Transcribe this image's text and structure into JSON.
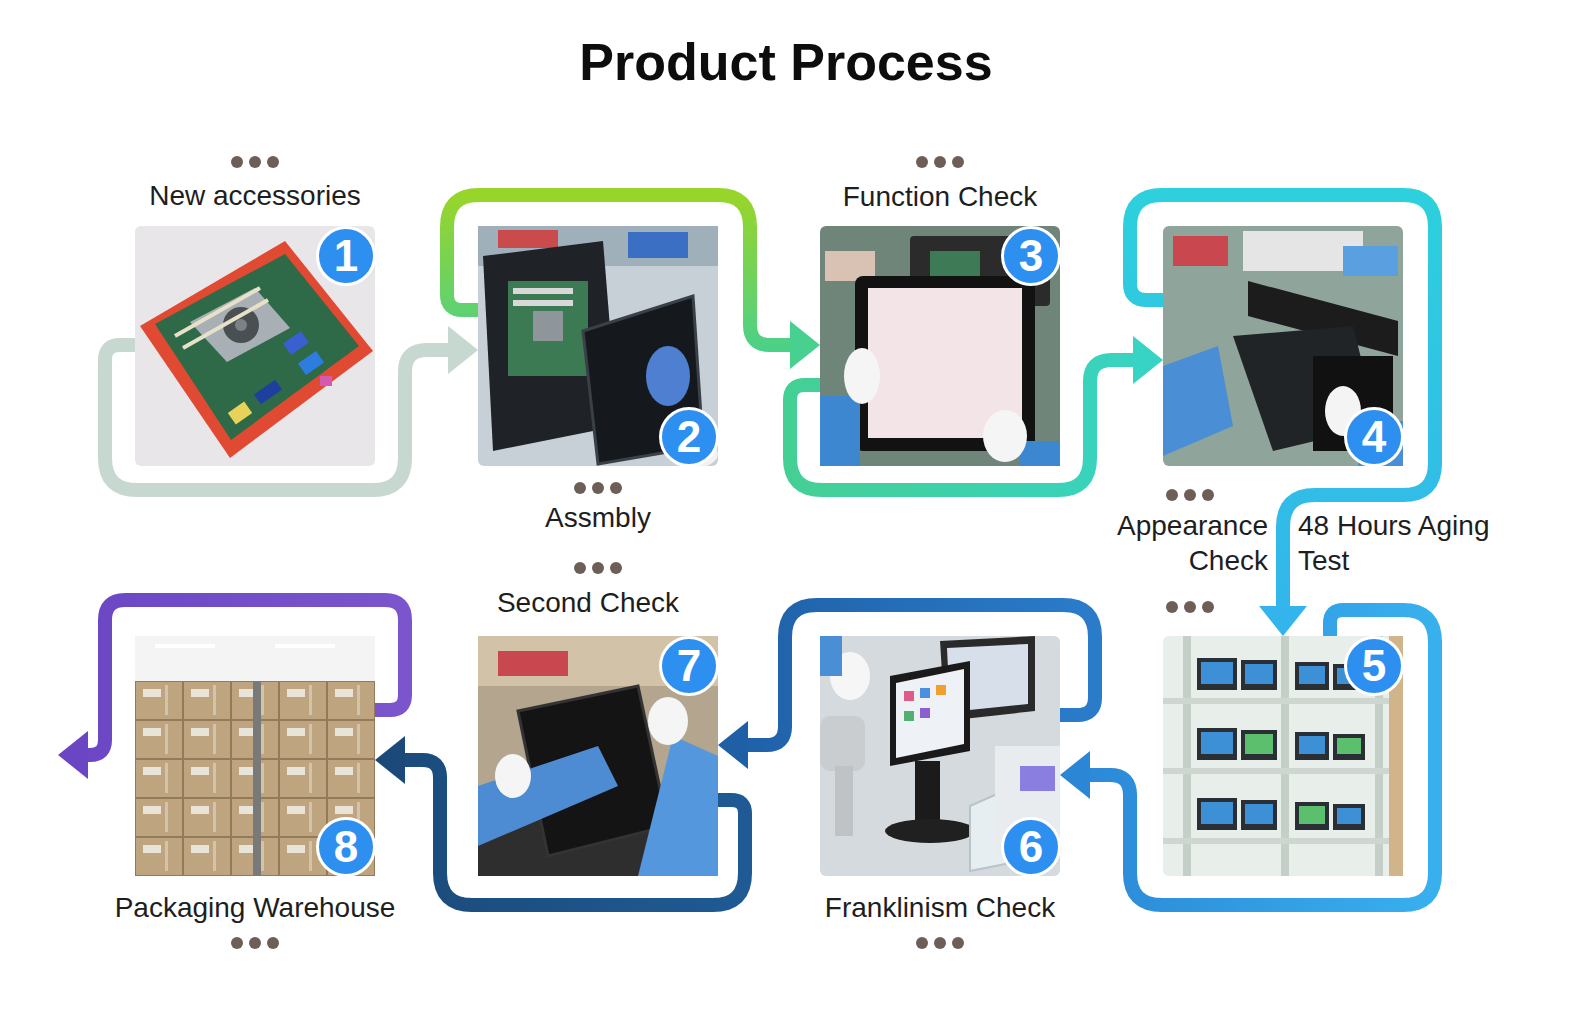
{
  "diagram": {
    "title": "Product Process",
    "nodes": [
      {
        "text": [
          "New accessories",
          "1"
        ]
      },
      {
        "text": [
          "Assmbly",
          "2"
        ]
      },
      {
        "text": [
          "Function Check",
          "3"
        ]
      },
      {
        "text": [
          "Appearance Check",
          "4"
        ]
      },
      {
        "text": [
          "48 Hours Aging Test",
          "5"
        ]
      },
      {
        "text": [
          "Franklinism Check",
          "6"
        ]
      },
      {
        "text": [
          "Second Check",
          "7"
        ]
      },
      {
        "text": [
          "Packaging Warehouse",
          "8"
        ]
      }
    ],
    "edges": [
      {
        "from": 0,
        "to": 1,
        "arrow": "to"
      },
      {
        "from": 1,
        "to": 2,
        "arrow": "to"
      },
      {
        "from": 2,
        "to": 3,
        "arrow": "to"
      },
      {
        "from": 3,
        "to": 4,
        "arrow": "to"
      },
      {
        "from": 4,
        "to": 5,
        "arrow": "to"
      },
      {
        "from": 5,
        "to": 6,
        "arrow": "to"
      },
      {
        "from": 6,
        "to": 7,
        "arrow": "to"
      }
    ]
  }
}
